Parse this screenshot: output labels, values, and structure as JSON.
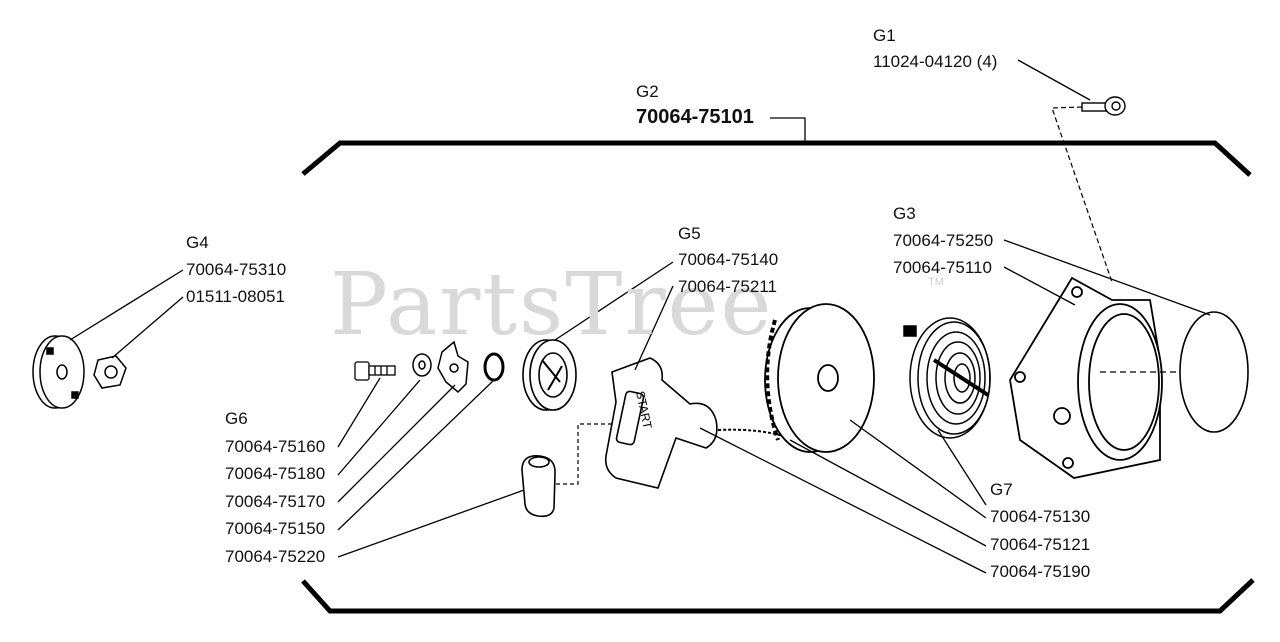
{
  "watermark": {
    "text": "PartsTree",
    "tm": "TM"
  },
  "handle_text": "START",
  "groups": {
    "g1": {
      "label": "G1",
      "parts": [
        "11024-04120 (4)"
      ]
    },
    "g2": {
      "label": "G2",
      "parts": [
        "70064-75101"
      ]
    },
    "g3": {
      "label": "G3",
      "parts": [
        "70064-75250",
        "70064-75110"
      ]
    },
    "g4": {
      "label": "G4",
      "parts": [
        "70064-75310",
        "01511-08051"
      ]
    },
    "g5": {
      "label": "G5",
      "parts": [
        "70064-75140",
        "70064-75211"
      ]
    },
    "g6": {
      "label": "G6",
      "parts": [
        "70064-75160",
        "70064-75180",
        "70064-75170",
        "70064-75150",
        "70064-75220"
      ]
    },
    "g7": {
      "label": "G7",
      "parts": [
        "70064-75130",
        "70064-75121",
        "70064-75190"
      ]
    }
  }
}
